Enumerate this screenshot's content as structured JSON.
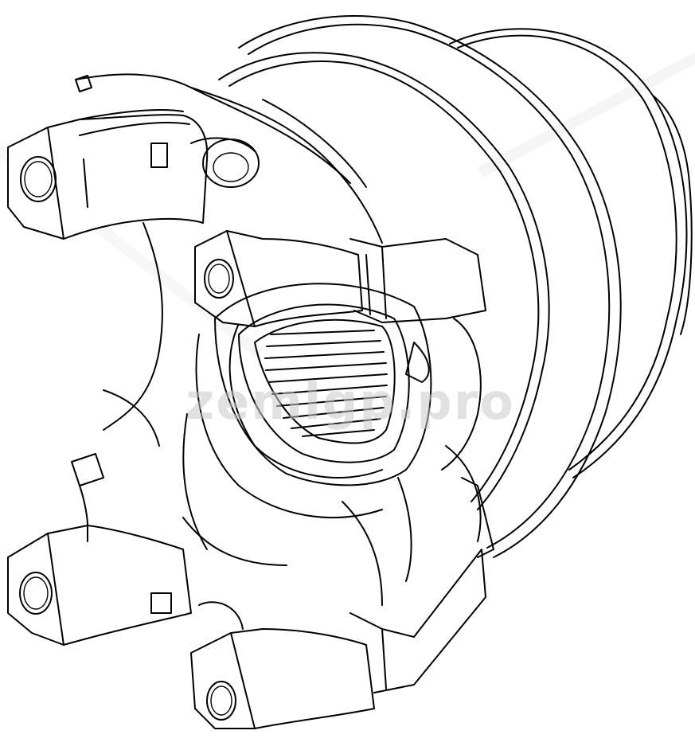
{
  "figure": {
    "subject": "Drive shaft yoke with splined bore and flange (isometric line drawing)",
    "style": "black outline on white",
    "colors": {
      "line": "#000000",
      "background": "#ffffff",
      "watermark": "#c8c8c8"
    }
  },
  "watermark": {
    "text": "zemlgp.pro"
  },
  "parts": [
    {
      "name": "flange-disc"
    },
    {
      "name": "yoke-ear-top-left"
    },
    {
      "name": "yoke-ear-center"
    },
    {
      "name": "yoke-ear-bottom-left"
    },
    {
      "name": "yoke-ear-bottom-center"
    },
    {
      "name": "splined-bore"
    }
  ]
}
